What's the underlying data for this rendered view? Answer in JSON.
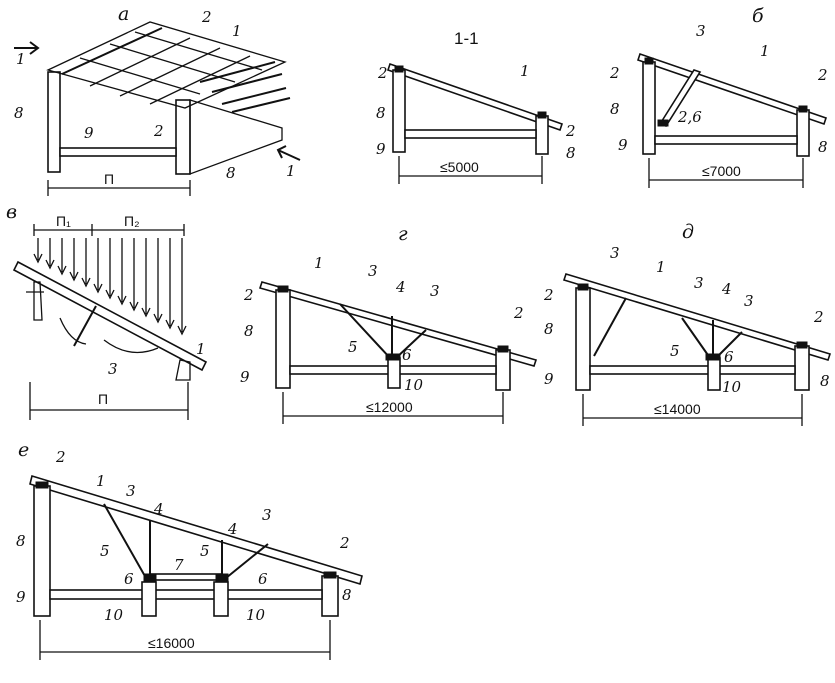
{
  "sections": {
    "a": "а",
    "b": "б",
    "v": "в",
    "g": "г",
    "d": "д",
    "e": "е",
    "cut": "1-1",
    "cut_mark": "1"
  },
  "numbers": {
    "n1": "1",
    "n2": "2",
    "n3": "3",
    "n4": "4",
    "n5": "5",
    "n6": "6",
    "n7": "7",
    "n8": "8",
    "n9": "9",
    "n10": "10",
    "n26": "2,6"
  },
  "spans": {
    "P": "П",
    "P1": "П₁",
    "P2": "П₂"
  },
  "dimensions": {
    "d5000": "≤5000",
    "d7000": "≤7000",
    "d12000": "≤12000",
    "d14000": "≤14000",
    "d16000": "≤16000"
  }
}
